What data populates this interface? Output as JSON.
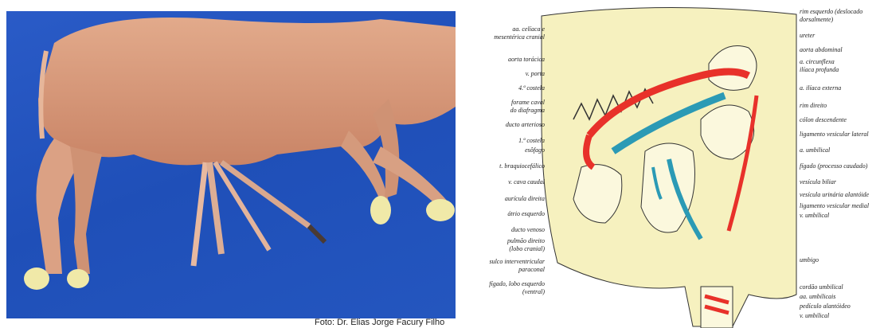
{
  "photo": {
    "credit": "Foto: Dr. Elias Jorge Facury Filho"
  },
  "diagram": {
    "left_labels": [
      "aa. celíaca e",
      "mesentérica cranial",
      "aorta torácica",
      "v. porta",
      "4.ª costela",
      "forame caval",
      "do diafragma",
      "ducto arterioso",
      "1.ª costela",
      "esôfago",
      "t. braquiocefálico",
      "v. cava caudal",
      "aurícula direita",
      "átrio esquerdo",
      "ducto venoso",
      "pulmão direito",
      "(lobo cranial)",
      "sulco interventricular",
      "paraconal",
      "fígado, lobo esquerdo",
      "(ventral)"
    ],
    "right_labels": [
      "rim esquerdo (deslocado",
      "dorsalmente)",
      "ureter",
      "aorta abdominal",
      "a. circunflexa",
      "ilíaca profunda",
      "a. ilíaca externa",
      "rim direito",
      "cólon descendente",
      "ligamento vesicular lateral",
      "a. umbilical",
      "fígado (processo caudado)",
      "vesícula biliar",
      "vesícula urinária alantóide",
      "ligamento vesicular medial",
      "v. umbilical",
      "umbigo",
      "cordão umbilical",
      "aa. umbilicais",
      "pedículo alantóideo",
      "v. umbilical"
    ]
  }
}
